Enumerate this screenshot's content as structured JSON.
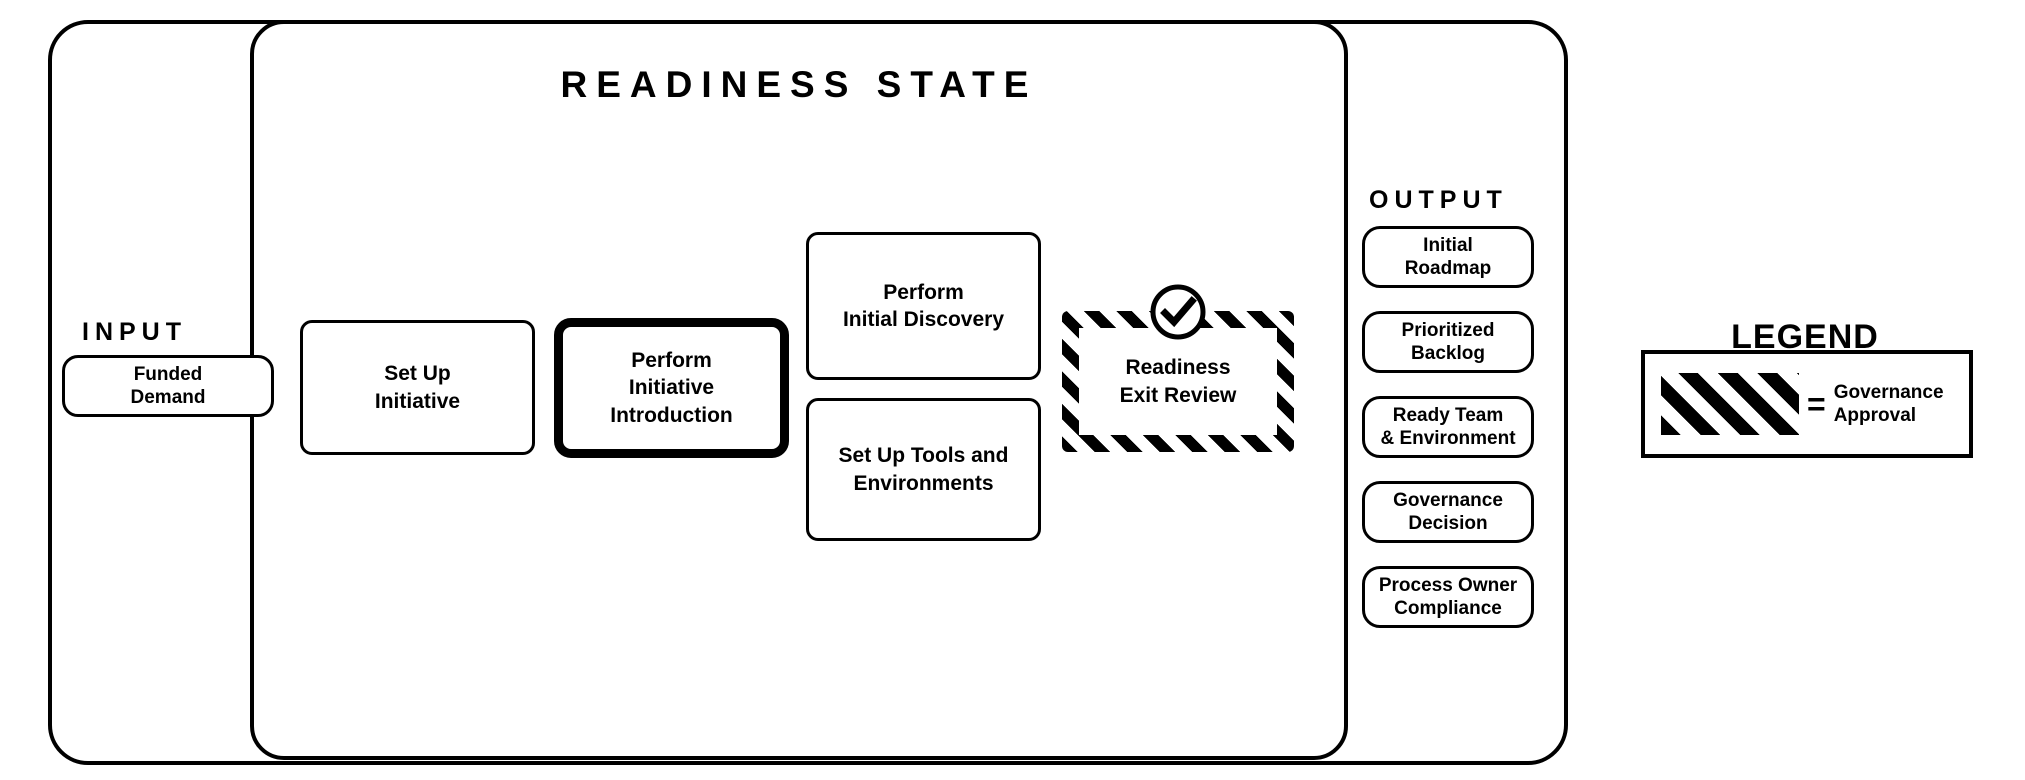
{
  "diagram": {
    "state_title": "READINESS STATE",
    "input": {
      "heading": "INPUT",
      "items": [
        {
          "label": "Funded\nDemand"
        }
      ]
    },
    "process_steps": [
      {
        "id": "setup-initiative",
        "label": "Set Up\nInitiative",
        "emphasis": "normal"
      },
      {
        "id": "perform-intro",
        "label": "Perform\nInitiative\nIntroduction",
        "emphasis": "bold-border"
      },
      {
        "id": "initial-discovery",
        "label": "Perform\nInitial Discovery",
        "emphasis": "normal"
      },
      {
        "id": "setup-tools",
        "label": "Set Up Tools and\nEnvironments",
        "emphasis": "normal"
      }
    ],
    "gate": {
      "label": "Readiness\nExit Review",
      "style": "hatched",
      "icon": "check-circle-icon"
    },
    "output": {
      "heading": "OUTPUT",
      "items": [
        {
          "label": "Initial\nRoadmap"
        },
        {
          "label": "Prioritized\nBacklog"
        },
        {
          "label": "Ready Team\n& Environment"
        },
        {
          "label": "Governance\nDecision"
        },
        {
          "label": "Process Owner\nCompliance"
        }
      ]
    },
    "legend": {
      "title": "LEGEND",
      "equals": "=",
      "entries": [
        {
          "swatch": "diagonal-hatch",
          "label": "Governance\nApproval"
        }
      ]
    },
    "colors": {
      "stroke": "#000000",
      "background": "#ffffff",
      "text": "#000000"
    }
  }
}
